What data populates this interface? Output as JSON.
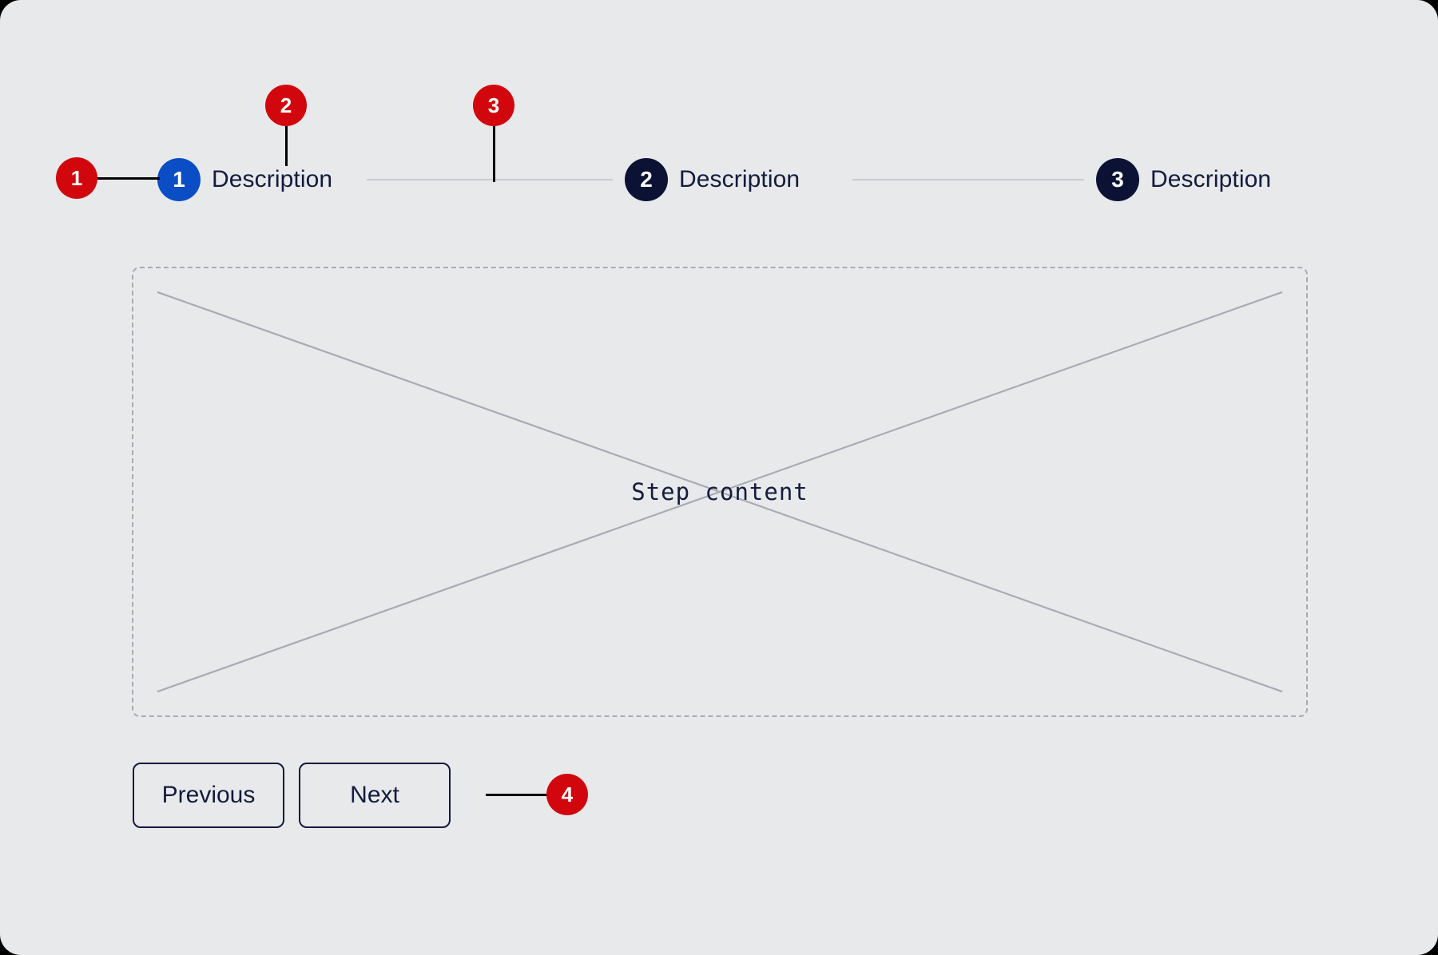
{
  "canvas": {
    "background": "#E8E9EB",
    "accent_red": "#D2070E",
    "accent_blue": "#0B4DC4",
    "accent_navy": "#0B1234",
    "line_gray": "#C9CBD0"
  },
  "stepper": {
    "steps": [
      {
        "number": "1",
        "label": "Description",
        "state": "active"
      },
      {
        "number": "2",
        "label": "Description",
        "state": "inactive"
      },
      {
        "number": "3",
        "label": "Description",
        "state": "inactive"
      }
    ]
  },
  "content": {
    "placeholder_text": "Step content"
  },
  "footer": {
    "previous_label": "Previous",
    "next_label": "Next"
  },
  "annotations": [
    {
      "id": "1",
      "text": "1",
      "target": "step-circle"
    },
    {
      "id": "2",
      "text": "2",
      "target": "step-description-label"
    },
    {
      "id": "3",
      "text": "3",
      "target": "step-connector-line"
    },
    {
      "id": "4",
      "text": "4",
      "target": "next-button"
    }
  ]
}
